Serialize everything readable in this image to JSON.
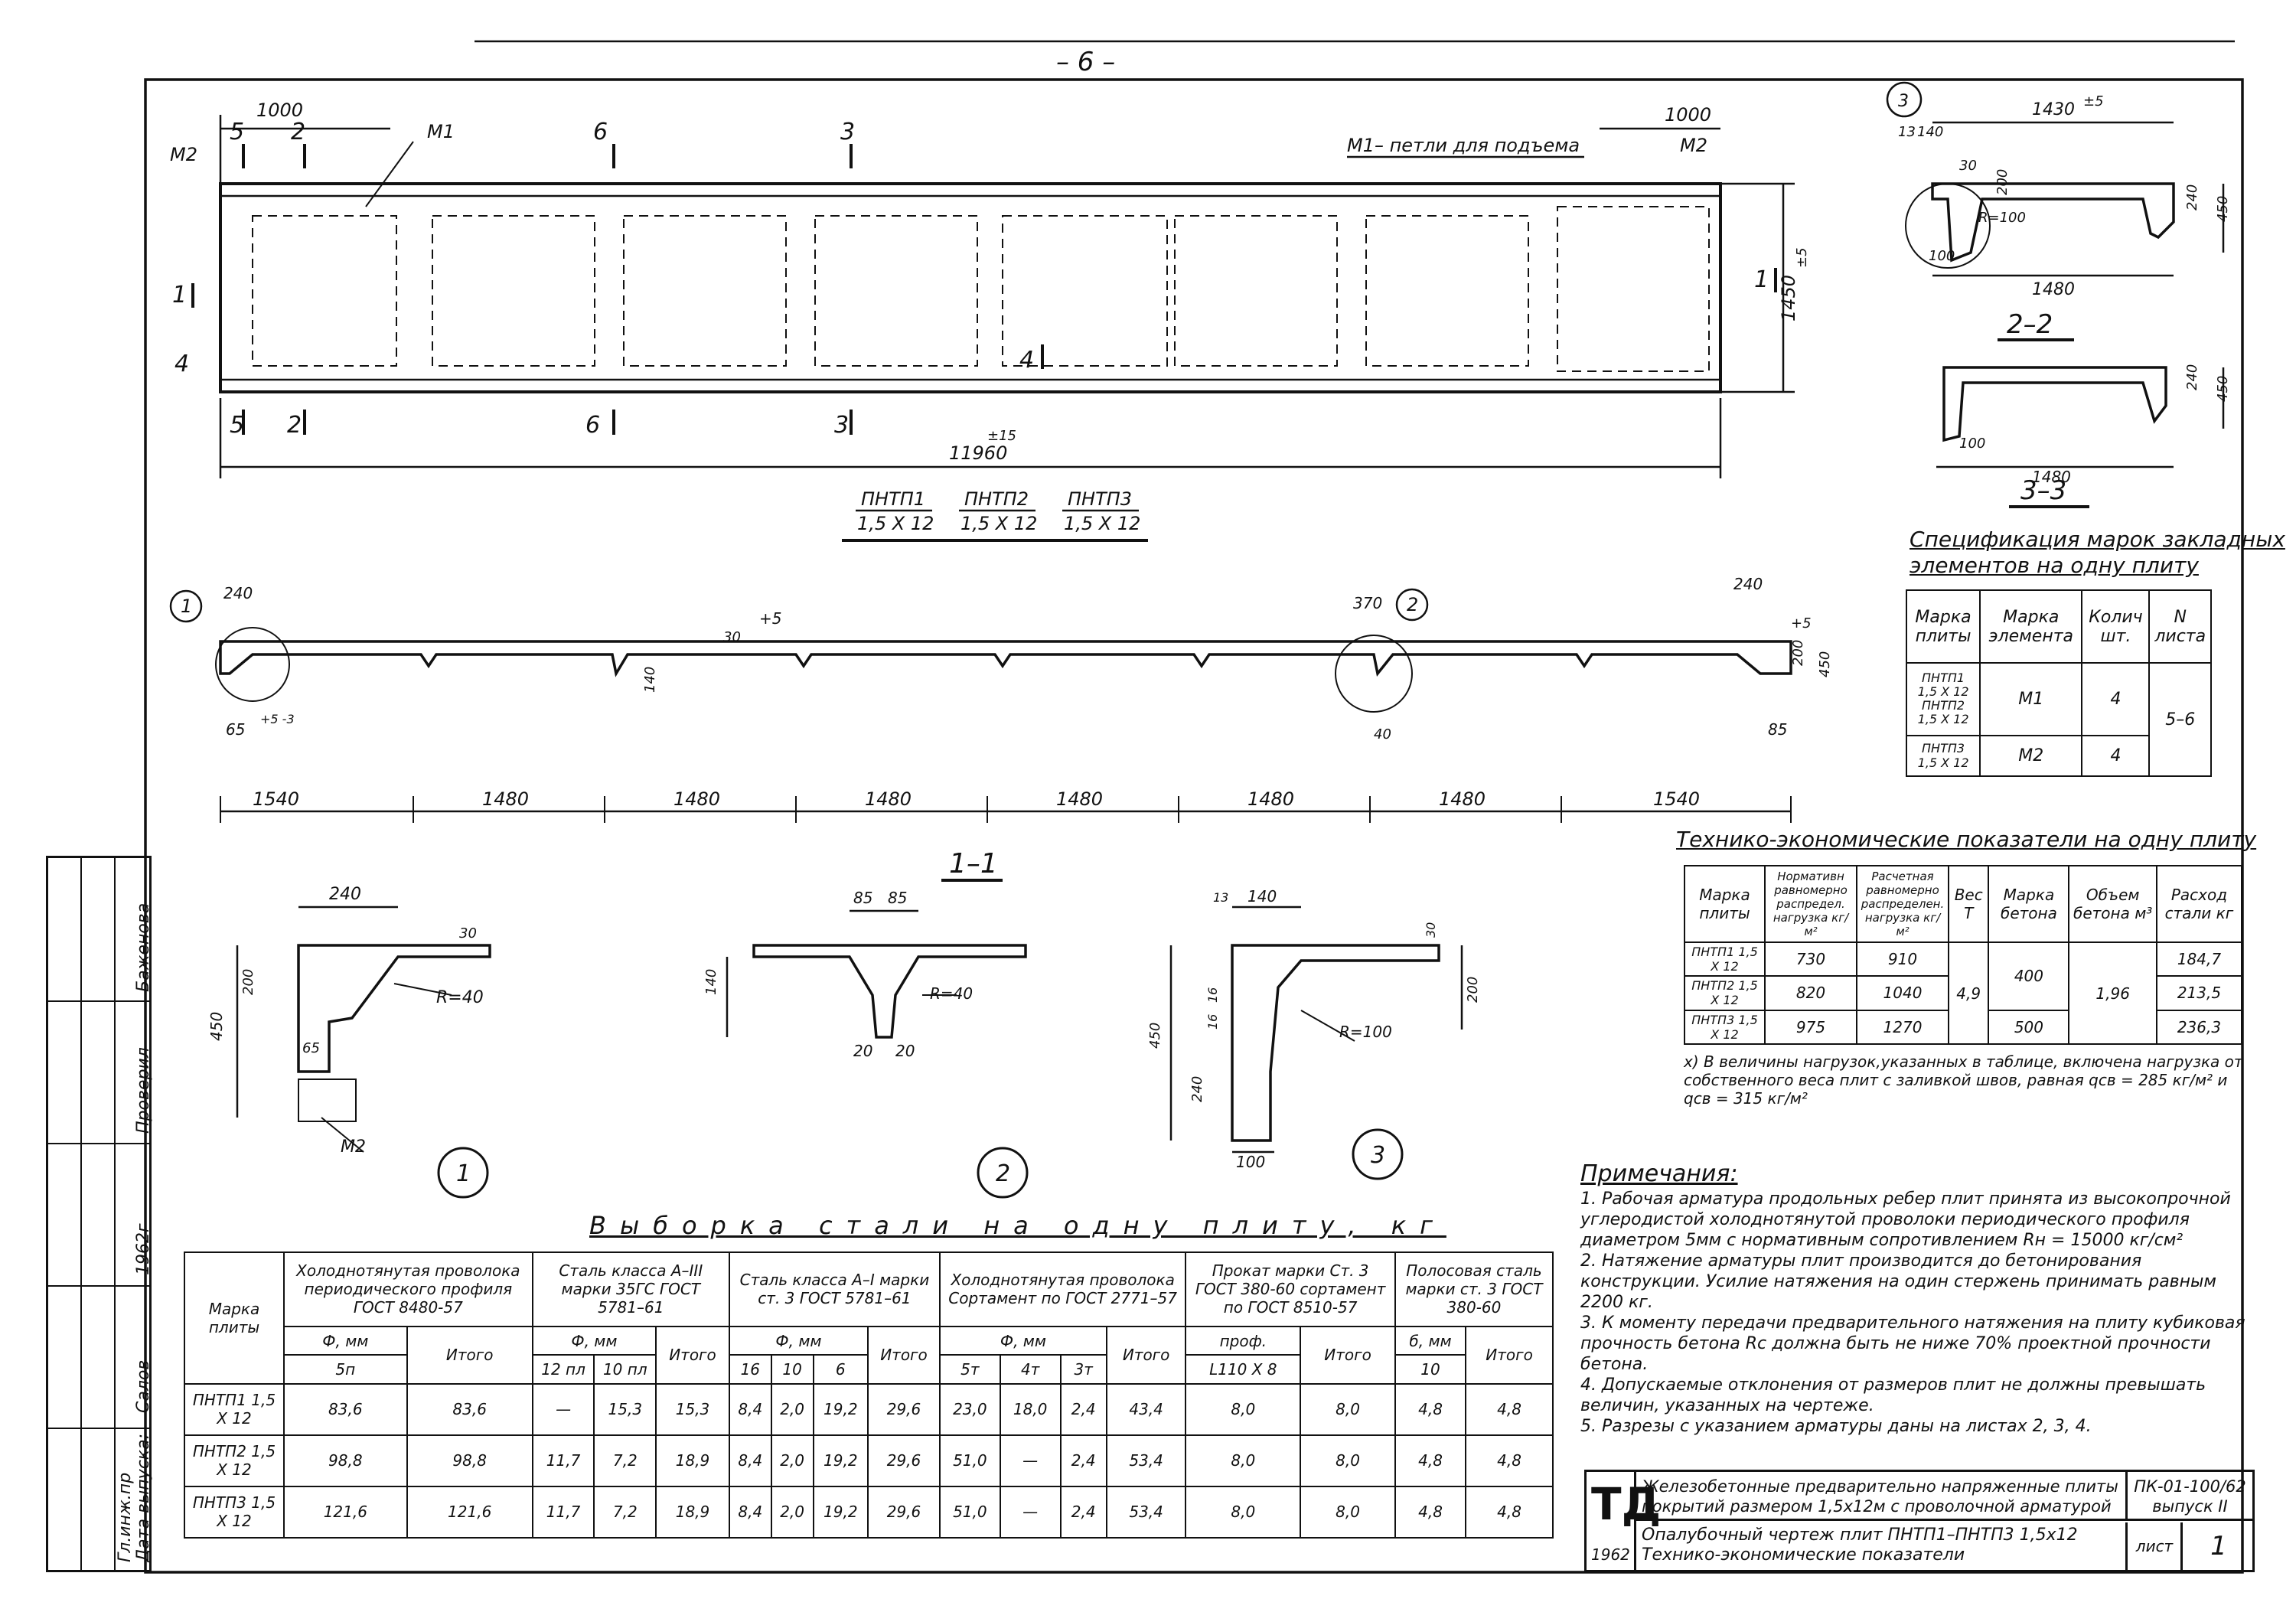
{
  "page_number": "– 6 –",
  "plan": {
    "dims": {
      "top_left": "1000",
      "top_right": "1000",
      "total": "11960",
      "height": "1450",
      "tol_height": "±5",
      "tol_total": "±15"
    },
    "labels": {
      "m2_left": "М2",
      "m2_right": "М2",
      "m1": "М1",
      "m1_note": "М1– петли для подъема"
    },
    "section_marks": [
      "5",
      "2",
      "6",
      "3",
      "1",
      "4"
    ],
    "title_parts": [
      {
        "num": "ПНТП1",
        "den": "1,5 Х 12"
      },
      {
        "num": "ПНТП2",
        "den": "1,5 Х 12"
      },
      {
        "num": "ПНТП3",
        "den": "1,5 Х 12"
      }
    ]
  },
  "section11": {
    "title": "1–1",
    "spans": [
      "1540",
      "1480",
      "1480",
      "1480",
      "1480",
      "1480",
      "1480",
      "1540"
    ],
    "dims": {
      "d240a": "240",
      "d240b": "240",
      "d30": "30",
      "d140": "140",
      "d370": "370",
      "d200": "200",
      "d450": "450",
      "d65": "65",
      "d85": "85",
      "d40": "40",
      "tol5": "+5",
      "tol5b": "+5",
      "tol_pm": "+5\n-3"
    },
    "callouts": [
      "1",
      "2"
    ]
  },
  "section22": {
    "title": "2–2",
    "dims": {
      "top": "1430",
      "tol": "±5",
      "bottom": "1480",
      "d13": "13",
      "d140": "140",
      "d30": "30",
      "d200": "200",
      "r100": "R=100",
      "d100": "100",
      "d240": "240",
      "d450": "450"
    },
    "callout": "3"
  },
  "section33": {
    "title": "3–3",
    "dims": {
      "d100": "100",
      "bottom": "1480",
      "d240": "240",
      "d450": "450"
    }
  },
  "details": {
    "d1": {
      "label": "1",
      "dims": {
        "d240": "240",
        "d30": "30",
        "d200": "200",
        "d450": "450",
        "d65": "65",
        "r": "R=40",
        "m2": "М2"
      }
    },
    "d2": {
      "label": "2",
      "dims": {
        "d85a": "85",
        "d85b": "85",
        "d140": "140",
        "r": "R=40",
        "d20a": "20",
        "d20b": "20"
      }
    },
    "d3": {
      "label": "3",
      "dims": {
        "d13": "13",
        "d140": "140",
        "d30": "30",
        "d200": "200",
        "d450": "450",
        "d240": "240",
        "d16a": "16",
        "d16b": "16",
        "r": "R=100",
        "d100": "100"
      }
    }
  },
  "spec": {
    "title_l1": "Спецификация марок закладных",
    "title_l2": "элементов на одну плиту",
    "headers": [
      "Марка плиты",
      "Марка элемента",
      "Колич шт.",
      "N листа"
    ],
    "plates": [
      "ПНТП1 1,5 Х 12",
      "ПНТП2 1,5 Х 12",
      "ПНТП3 1,5 Х 12"
    ],
    "rows": [
      {
        "el": "М1",
        "qty": "4"
      },
      {
        "el": "М2",
        "qty": "4"
      }
    ],
    "sheet": "5–6"
  },
  "tep": {
    "title": "Технико-экономические показатели на одну плиту",
    "headers": [
      "Марка плиты",
      "Нормативн равномерно распредел. нагрузка кг/м²",
      "Расчетная равномерно распределен. нагрузка кг/м²",
      "Вес Т",
      "Марка бетона",
      "Объем бетона м³",
      "Расход стали кг"
    ],
    "rows": [
      {
        "plate": "ПНТП1 1,5 Х 12",
        "norm": "730",
        "calc": "910",
        "steel": "184,7"
      },
      {
        "plate": "ПНТП2 1,5 Х 12",
        "norm": "820",
        "calc": "1040",
        "steel": "213,5"
      },
      {
        "plate": "ПНТП3 1,5 Х 12",
        "norm": "975",
        "calc": "1270",
        "steel": "236,3"
      }
    ],
    "weight": "4,9",
    "concrete_a": "400",
    "concrete_b": "500",
    "volume": "1,96",
    "footnote": "х) В величины нагрузок,указанных в таблице, включена нагрузка от собственного веса плит с заливкой швов, равная qсв = 285 кг/м² и qсв = 315 кг/м²"
  },
  "steel": {
    "title": "Выборка стали на одну плиту, кг",
    "groups": [
      "Холоднотянутая проволока периодического профиля ГОСТ 8480-57",
      "Сталь класса А–III марки 35ГС ГОСТ 5781–61",
      "Сталь класса А–I марки ст. 3 ГОСТ 5781–61",
      "Холоднотянутая проволока Сортамент по ГОСТ 2771–57",
      "Прокат марки Ст. 3 ГОСТ 380-60 сортамент по ГОСТ 8510-57",
      "Полосовая сталь марки ст. 3 ГОСТ 380-60"
    ],
    "col_marka": "Марка плиты",
    "dia": "Ф, мм",
    "itogo": "Итого",
    "prof": "проф.",
    "b_mm": "б, мм",
    "subs": [
      "5п",
      "Итого",
      "12 пл",
      "10 пл",
      "Итого",
      "16",
      "10",
      "6",
      "Итого",
      "5т",
      "4т",
      "3т",
      "Итого",
      "L110 Х 8",
      "Итого",
      "10",
      "Итого"
    ],
    "rows": [
      {
        "plate": "ПНТП1 1,5 Х 12",
        "v": [
          "83,6",
          "83,6",
          "—",
          "15,3",
          "15,3",
          "8,4",
          "2,0",
          "19,2",
          "29,6",
          "23,0",
          "18,0",
          "2,4",
          "43,4",
          "8,0",
          "8,0",
          "4,8",
          "4,8"
        ]
      },
      {
        "plate": "ПНТП2 1,5 Х 12",
        "v": [
          "98,8",
          "98,8",
          "11,7",
          "7,2",
          "18,9",
          "8,4",
          "2,0",
          "19,2",
          "29,6",
          "51,0",
          "—",
          "2,4",
          "53,4",
          "8,0",
          "8,0",
          "4,8",
          "4,8"
        ]
      },
      {
        "plate": "ПНТП3 1,5 Х 12",
        "v": [
          "121,6",
          "121,6",
          "11,7",
          "7,2",
          "18,9",
          "8,4",
          "2,0",
          "19,2",
          "29,6",
          "51,0",
          "—",
          "2,4",
          "53,4",
          "8,0",
          "8,0",
          "4,8",
          "4,8"
        ]
      }
    ]
  },
  "notes": {
    "title": "Примечания:",
    "items": [
      "1. Рабочая арматура продольных ребер плит принята из высокопрочной углеродистой холоднотянутой проволоки периодического профиля диаметром 5мм с нормативным сопротивлением Rн = 15000 кг/см²",
      "2. Натяжение арматуры плит производится до бетонирования конструкции. Усилие натяжения на один стержень принимать равным 2200 кг.",
      "3. К моменту передачи предварительного натяжения на плиту кубиковая прочность бетона Rc должна быть не ниже 70% проектной прочности бетона.",
      "4. Допускаемые отклонения от размеров плит не должны превышать величин, указанных на чертеже.",
      "5. Разрезы с указанием арматуры даны на листах 2, 3, 4."
    ]
  },
  "stamp": {
    "logo": "ТД",
    "year": "1962",
    "title_l1": "Железобетонные предварительно напряженные плиты",
    "title_l2": "покрытий размером 1,5х12м с проволочной арматурой",
    "sub_l1": "Опалубочный чертеж плит ПНТП1–ПНТП3 1,5х12",
    "sub_l2": "Технико-экономические показатели",
    "code_l1": "ПК-01-100/62",
    "code_l2": "выпуск II",
    "sheet_label": "лист",
    "sheet_num": "1"
  },
  "sidebar": {
    "rows": [
      "Гл.инж.пр",
      "Дата выпуска:",
      "Салов",
      "1962г",
      "Проверил",
      "Баженова"
    ]
  }
}
